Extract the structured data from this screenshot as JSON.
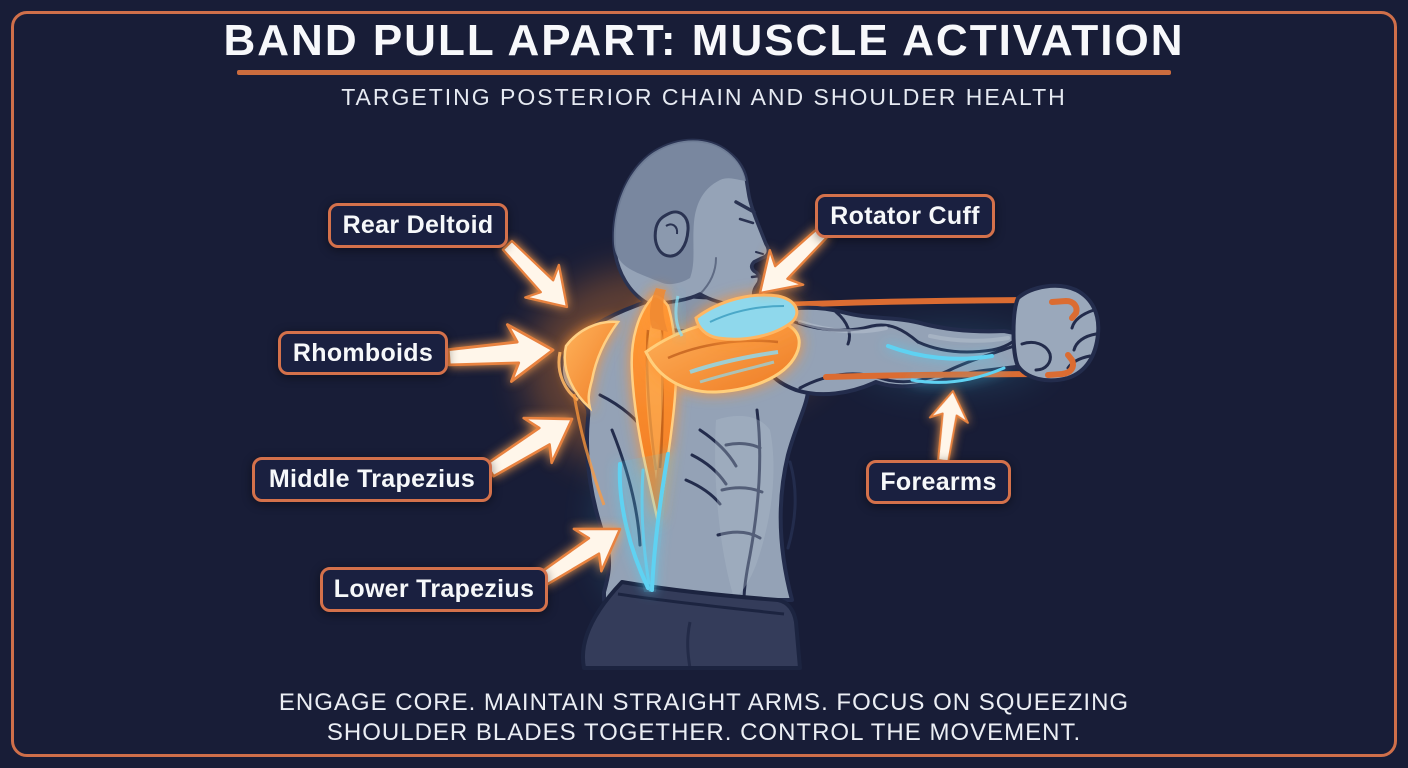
{
  "header": {
    "title": "BAND PULL APART: MUSCLE ACTIVATION",
    "subtitle": "TARGETING POSTERIOR CHAIN AND SHOULDER HEALTH"
  },
  "muscle_labels": [
    {
      "id": "rear-deltoid",
      "text": "Rear Deltoid"
    },
    {
      "id": "rotator-cuff",
      "text": "Rotator Cuff"
    },
    {
      "id": "rhomboids",
      "text": "Rhomboids"
    },
    {
      "id": "middle-trapezius",
      "text": "Middle Trapezius"
    },
    {
      "id": "forearms",
      "text": "Forearms"
    },
    {
      "id": "lower-trapezius",
      "text": "Lower Trapezius"
    }
  ],
  "footer": {
    "line1": "ENGAGE CORE. MAINTAIN STRAIGHT ARMS. FOCUS ON SQUEEZING",
    "line2": "SHOULDER BLADES TOGETHER. CONTROL THE MOVEMENT."
  },
  "colors": {
    "background": "#181d37",
    "frame_border": "#cf6f4a",
    "label_border": "#d4714b",
    "title_underline": "#cb6c3e",
    "text": "#f6f8fa",
    "band_orange": "#db6c32",
    "activation_orange": "#ff8c2e",
    "activation_cyan": "#5fd2f2",
    "body_gray": "#94a2b6"
  }
}
